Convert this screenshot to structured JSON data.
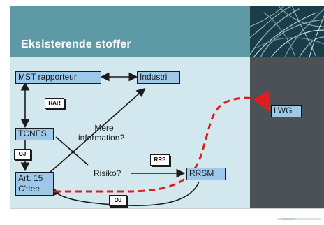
{
  "slide": {
    "title": "Eksisterende stoffer"
  },
  "nodes": {
    "mst": "MST rapporteur",
    "industri": "Industri",
    "tcnes": "TCNES",
    "art15_line1": "Art. 15",
    "art15_line2": "C'ttee",
    "rrsm": "RRSM",
    "lwg": "LWG"
  },
  "docs": {
    "rar": "RAR",
    "oj_left": "OJ",
    "rrs": "RRS",
    "oj_bottom": "OJ"
  },
  "labels": {
    "mere_line1": "Mere",
    "mere_line2": "information?",
    "risiko": "Risiko?"
  },
  "colors": {
    "title_bar": "#5d9aa5",
    "content_bg": "#d2e8ee",
    "box_fill": "#9ec8ea",
    "dashed_arrow": "#e21c1c",
    "dark_panel": "#4b5156"
  }
}
